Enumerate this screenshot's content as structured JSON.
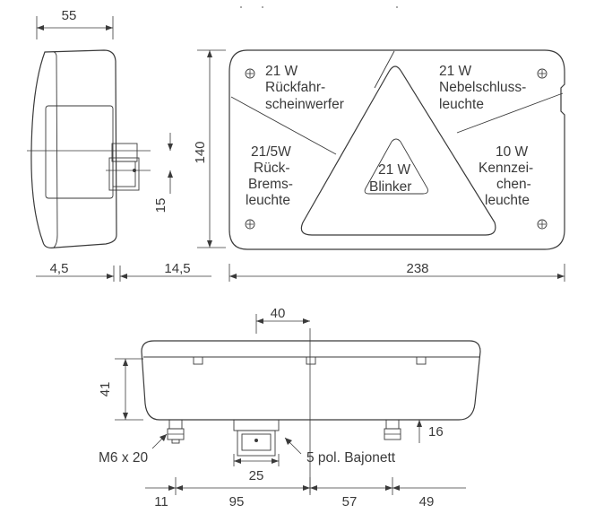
{
  "dimensions": {
    "side_width": "55",
    "side_height": "140",
    "side_offset": "15",
    "side_depth_a": "4,5",
    "side_depth_b": "14,5",
    "front_width": "238",
    "bottom_height": "41",
    "bottom_spacing_top": "40",
    "bottom_connector_width": "25",
    "bottom_stud_height": "16",
    "bottom_chain": [
      "11",
      "95",
      "57",
      "49"
    ]
  },
  "lamps": {
    "reverse": {
      "watt": "21 W",
      "line1": "Rückfahr-",
      "line2": "scheinwerfer"
    },
    "fog": {
      "watt": "21 W",
      "line1": "Nebelschluss-",
      "line2": "leuchte"
    },
    "brake": {
      "watt": "21/5W",
      "line1": "Rück-",
      "line2": "Brems-",
      "line3": "leuchte"
    },
    "marker": {
      "watt": "10 W",
      "line1": "Kennzei-",
      "line2": "chen-",
      "line3": "leuchte"
    },
    "indicator": {
      "watt": "21 W",
      "label": "Blinker"
    }
  },
  "callouts": {
    "thread": "M6 x 20",
    "connector": "5 pol. Bajonett"
  }
}
